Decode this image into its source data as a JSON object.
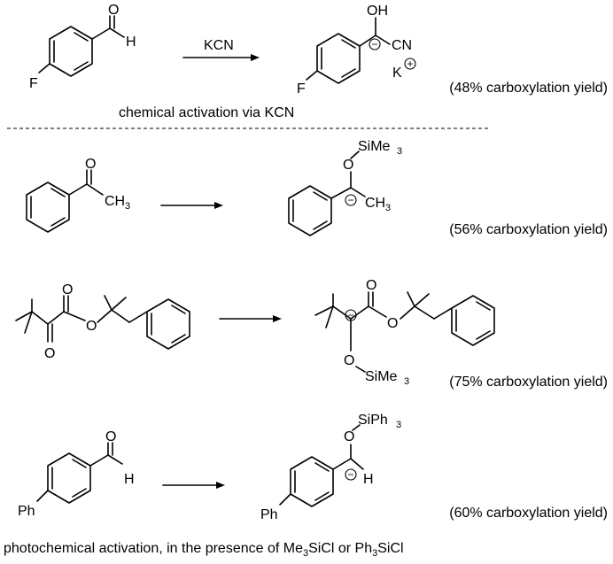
{
  "scheme": {
    "row1": {
      "reagent": "KCN",
      "product_counterion": "K",
      "yield": "(48% carboxylation yield)",
      "caption": "chemical activation via KCN"
    },
    "row2": {
      "yield": "(56% carboxylation yield)"
    },
    "row3": {
      "yield": "(75% carboxylation yield)"
    },
    "row4": {
      "yield": "(60% carboxylation yield)"
    },
    "footer": {
      "part1": "photochemical activation, in the presence of Me",
      "part2": "SiCl or Ph",
      "part3": "SiCl",
      "sub": "3"
    }
  },
  "atoms": {
    "F": "F",
    "O": "O",
    "H": "H",
    "OH": "OH",
    "CN": "CN",
    "CH": "CH",
    "Si": "Si",
    "Me": "Me",
    "Ph": "Ph",
    "SiMe": "SiMe",
    "SiPh": "SiPh",
    "three": "3",
    "minus": "−",
    "plus": "+"
  }
}
